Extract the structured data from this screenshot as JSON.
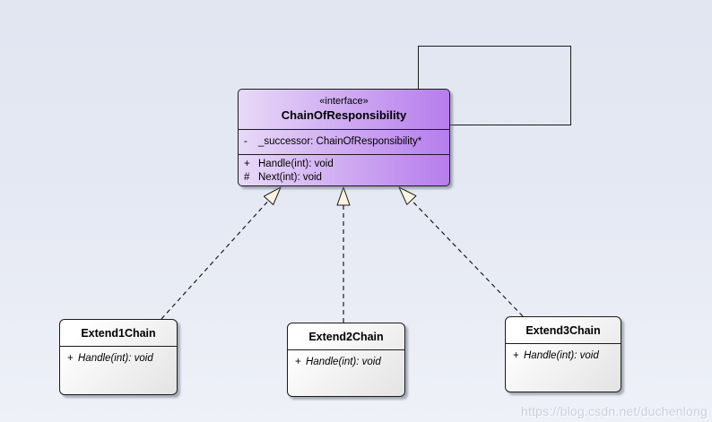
{
  "interface": {
    "stereotype": "«interface»",
    "name": "ChainOfResponsibility",
    "attributes": [
      {
        "visibility": "-",
        "signature": "_successor: ChainOfResponsibility*"
      }
    ],
    "operations": [
      {
        "visibility": "+",
        "signature": "Handle(int): void"
      },
      {
        "visibility": "#",
        "signature": "Next(int): void"
      }
    ]
  },
  "classes": [
    {
      "name": "Extend1Chain",
      "operations": [
        {
          "visibility": "+",
          "signature": "Handle(int): void"
        }
      ]
    },
    {
      "name": "Extend2Chain",
      "operations": [
        {
          "visibility": "+",
          "signature": "Handle(int): void"
        }
      ]
    },
    {
      "name": "Extend3Chain",
      "operations": [
        {
          "visibility": "+",
          "signature": "Handle(int): void"
        }
      ]
    }
  ],
  "relationships": [
    {
      "type": "realization",
      "from": "Extend1Chain",
      "to": "ChainOfResponsibility",
      "line": "dashed",
      "arrow": "hollow-triangle"
    },
    {
      "type": "realization",
      "from": "Extend2Chain",
      "to": "ChainOfResponsibility",
      "line": "dashed",
      "arrow": "hollow-triangle"
    },
    {
      "type": "realization",
      "from": "Extend3Chain",
      "to": "ChainOfResponsibility",
      "line": "dashed",
      "arrow": "hollow-triangle"
    }
  ],
  "shapes": [
    {
      "type": "rectangle",
      "label": ""
    }
  ],
  "watermark": "https://blog.csdn.net/duchenlong",
  "colors": {
    "interface_fill_light": "#e8d9f8",
    "interface_fill_dark": "#b67dec",
    "class_fill_light": "#ffffff",
    "class_fill_dark": "#e3e3e3",
    "arrowhead_fill": "#fdf3de",
    "background_top": "#e1e6f1",
    "background_bottom": "#eef1f8",
    "border": "#1b1b1b",
    "watermark_color": "#cad0dd"
  }
}
